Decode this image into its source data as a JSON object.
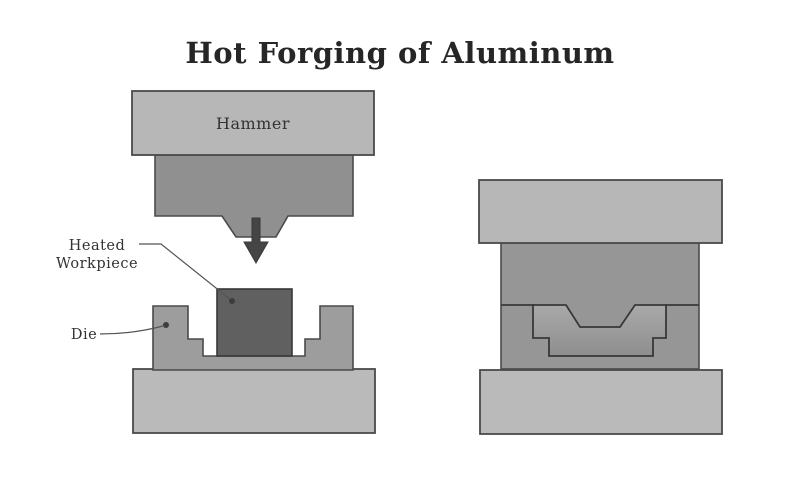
{
  "title": "Hot Forging of Aluminum",
  "left_diagram": {
    "hammer_label": "Hammer",
    "heated_workpiece_label_line1": "Heated",
    "heated_workpiece_label_line2": "Workpiece",
    "die_label": "Die"
  },
  "colors": {
    "background": "#ffffff",
    "plate": "#b7b7b7",
    "base_plate": "#bababa",
    "ram": "#909090",
    "die": "#9d9d9d",
    "workpiece": "#606060",
    "block": "#969696",
    "part_light": "#a9a9a9",
    "part_dark": "#8e8e8e",
    "outline": "#4a4a4a",
    "part_outline": "#383838",
    "arrow": "#454545",
    "leader_dot": "#3d3d3d",
    "title_text": "#262626",
    "label_text": "#333333"
  }
}
